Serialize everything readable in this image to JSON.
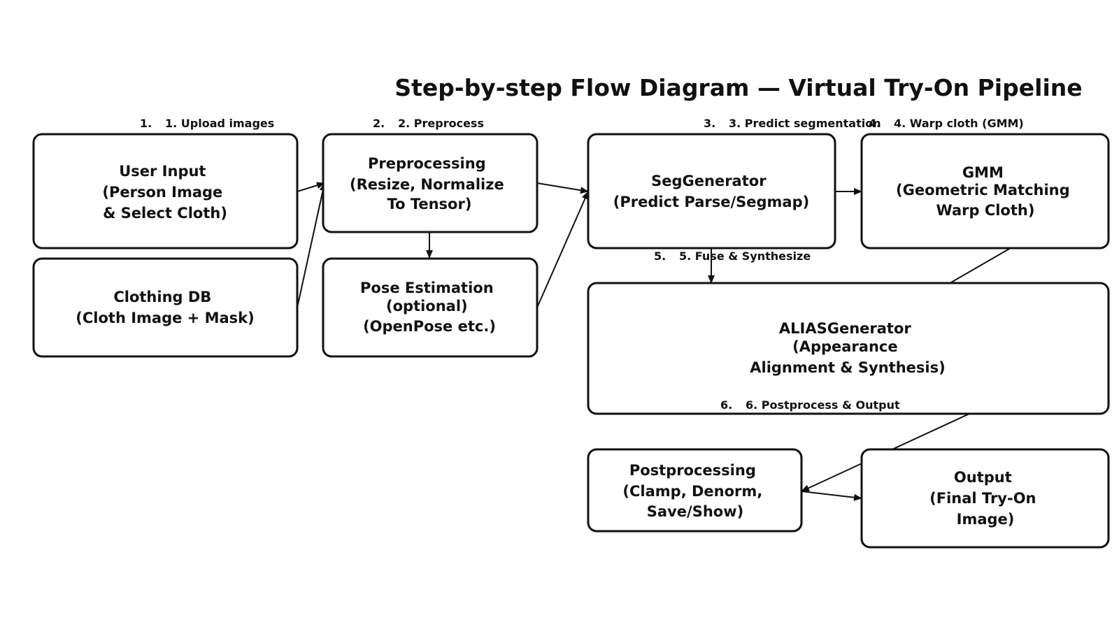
{
  "title": "Step-by-step Flow Diagram — Virtual Try-On Pipeline",
  "nodes": {
    "user_input": {
      "lines": [
        "User Input",
        "(Person Image",
        "& Select Cloth)"
      ]
    },
    "clothing_db": {
      "lines": [
        "Clothing DB",
        "(Cloth Image + Mask)"
      ]
    },
    "preprocessing": {
      "lines": [
        "Preprocessing",
        "(Resize, Normalize",
        "To Tensor)"
      ]
    },
    "pose_estimation": {
      "lines": [
        "Pose Estimation",
        "(optional)",
        "(OpenPose etc.)"
      ]
    },
    "seggenerator": {
      "lines": [
        "SegGenerator",
        "(Predict Parse/Segmap)"
      ]
    },
    "gmm": {
      "lines": [
        "GMM",
        "(Geometric Matching",
        "Warp Cloth)"
      ]
    },
    "aliasgenerator": {
      "lines": [
        "ALIASGenerator",
        "(Appearance",
        "Alignment & Synthesis)"
      ]
    },
    "postprocessing": {
      "lines": [
        "Postprocessing",
        "(Clamp, Denorm,",
        "Save/Show)"
      ]
    },
    "output": {
      "lines": [
        "Output",
        "(Final Try-On",
        "Image)"
      ]
    }
  },
  "steps": [
    {
      "num": "1.",
      "label": "1. Upload images"
    },
    {
      "num": "2.",
      "label": "2. Preprocess"
    },
    {
      "num": "3.",
      "label": "3. Predict segmentation"
    },
    {
      "num": "4.",
      "label": "4. Warp cloth (GMM)"
    },
    {
      "num": "5.",
      "label": "5. Fuse & Synthesize"
    },
    {
      "num": "6.",
      "label": "6. Postprocess & Output"
    }
  ]
}
